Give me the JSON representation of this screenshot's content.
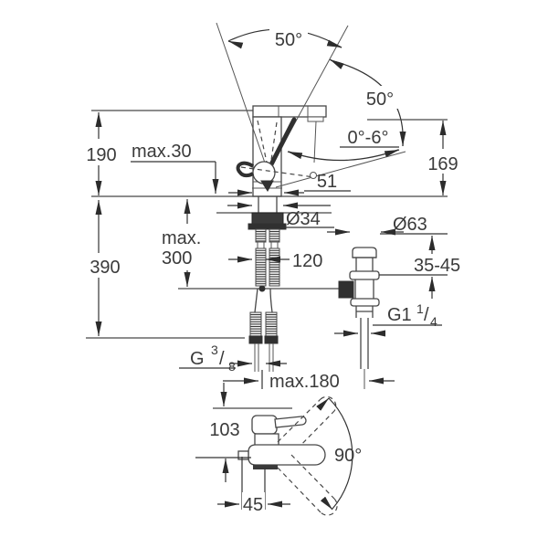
{
  "colors": {
    "line": "#474747",
    "dark": "#303030",
    "text": "#3a3a3a",
    "background": "#ffffff"
  },
  "labels": {
    "angle_handle_top": "50°",
    "angle_handle_side": "50°",
    "angle_spout": "0°-6°",
    "height_spout_top": "190",
    "max_deck_thickness": "max.30",
    "height_outlet": "169",
    "reach": "51",
    "dia_mounting_hole": "Ø34",
    "dia_drain_flange": "Ø63",
    "rod_max_line1": "max.",
    "rod_max_line2": "300",
    "hose_dim": "120",
    "basin_thickness_range": "35-45",
    "height_total": "390",
    "thread_drain_base": "G1",
    "thread_drain_num": "1",
    "thread_drain_slash": "/",
    "thread_drain_den": "4",
    "thread_supply_base": "G",
    "thread_supply_num": "3",
    "thread_supply_slash": "/",
    "thread_supply_den": "8",
    "max_drain_offset": "max.180",
    "top_view_depth": "103",
    "angle_swivel": "90°",
    "offset_body": "45"
  }
}
